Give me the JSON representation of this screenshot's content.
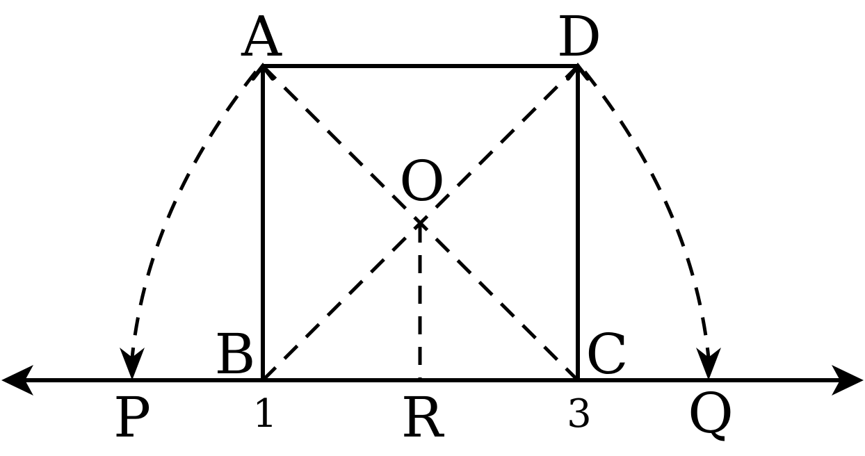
{
  "points": {
    "A": "A",
    "B": "B",
    "C": "C",
    "D": "D",
    "O": "O",
    "P": "P",
    "Q": "Q",
    "R": "R"
  },
  "ticks": {
    "one": "1",
    "three": "3"
  },
  "colors": {
    "stroke": "#000000",
    "background": "#ffffff"
  }
}
